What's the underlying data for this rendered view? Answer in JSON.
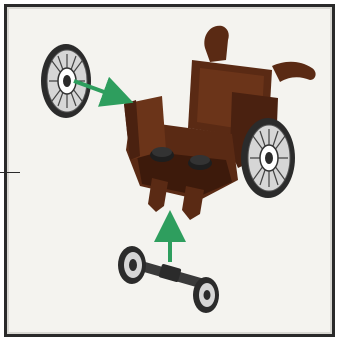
{
  "illustration": {
    "subject": "wheelchair-assembly",
    "colors": {
      "frame_border": "#2a2a2a",
      "background": "#f4f3ef",
      "chair_brown": "#5a2a14",
      "chair_shade": "#3d1a0b",
      "tire_black": "#2b2b2b",
      "rim_gray": "#d6d6d6",
      "arrow_green": "#2e9e5e"
    },
    "icons": [
      "wheelchair-seat",
      "large-wheel-left",
      "large-wheel-right",
      "axle-with-small-wheels",
      "assembly-arrow"
    ]
  }
}
